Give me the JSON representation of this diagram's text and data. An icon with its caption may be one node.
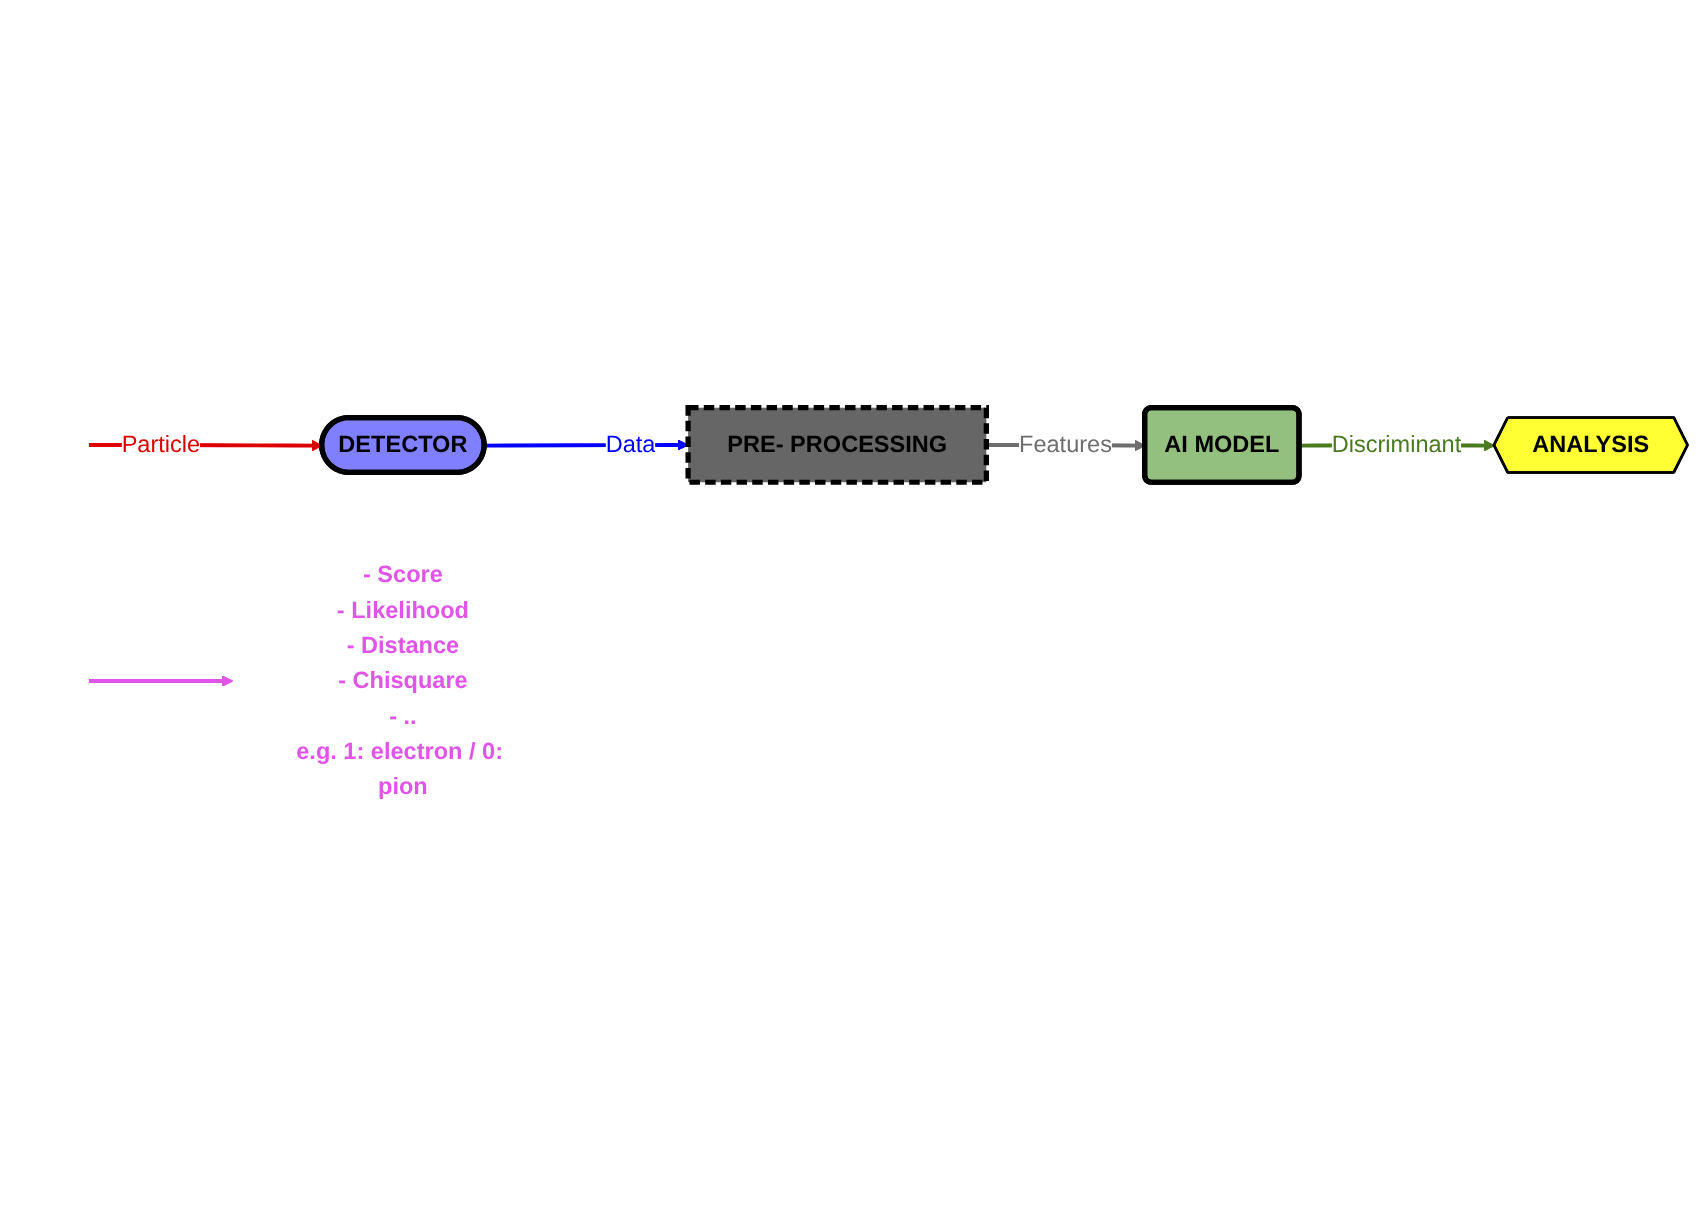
{
  "diagram": {
    "nodes": [
      {
        "text": [
          "DETECTOR"
        ]
      },
      {
        "text": [
          "PRE- PROCESSING"
        ]
      },
      {
        "text": [
          "AI MODEL"
        ]
      },
      {
        "text": [
          "ANALYSIS"
        ]
      },
      {
        "text": [
          "- Score",
          "- Likelihood",
          "- Distance",
          "- Chisquare",
          "- ..",
          "e.g. 1: electron / 0: pion"
        ]
      }
    ],
    "edges": [
      {
        "from": null,
        "to": 0,
        "arrow": "to",
        "label": "Particle",
        "color": "#dd0000"
      },
      {
        "from": 0,
        "to": 1,
        "arrow": "to",
        "label": "Data",
        "color": "#0000ff"
      },
      {
        "from": 1,
        "to": 2,
        "arrow": "to",
        "label": "Features",
        "color": "#6e6e6e"
      },
      {
        "from": 2,
        "to": 3,
        "arrow": "to",
        "label": "Discriminant",
        "color": "#4a7a1e"
      },
      {
        "from": null,
        "to": 4,
        "arrow": "to",
        "color": "#e055e8"
      }
    ]
  }
}
